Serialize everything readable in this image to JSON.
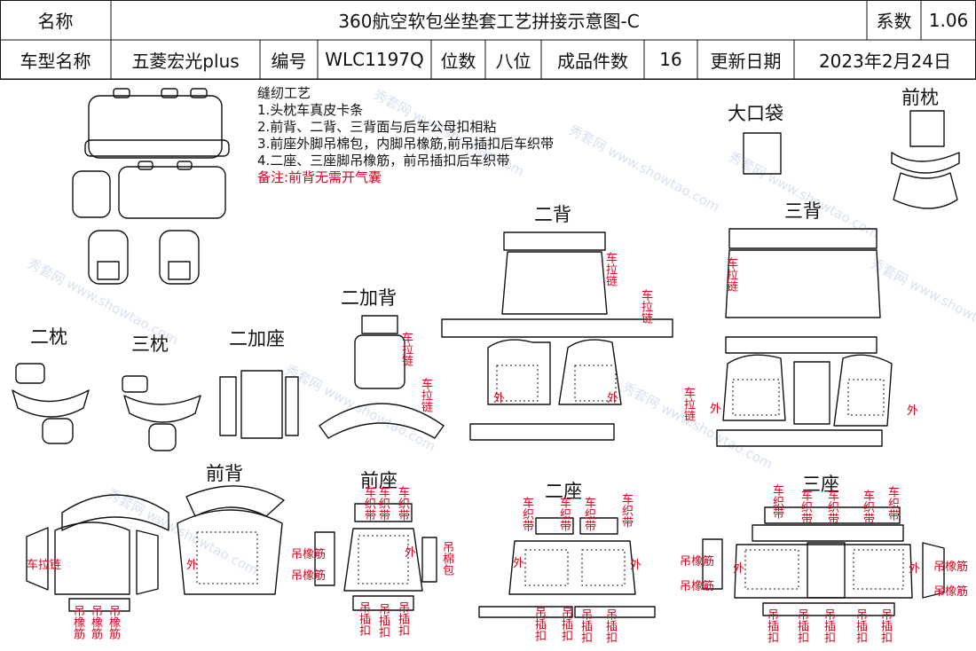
{
  "header": {
    "name_label": "名称",
    "title": "360航空软包坐垫套工艺拼接示意图-C",
    "coef_label": "系数",
    "coef_value": "1.06",
    "model_label": "车型名称",
    "model_value": "五菱宏光plus",
    "code_label": "编号",
    "code_value": "WLC1197Q",
    "seats_label": "位数",
    "seats_value": "八位",
    "pieces_label": "成品件数",
    "pieces_value": "16",
    "date_label": "更新日期",
    "date_value": "2023年2月24日"
  },
  "notes": {
    "title": "缝纫工艺",
    "items": [
      "1.头枕车真皮卡条",
      "2.前背、二背、三背面与后车公母扣相粘",
      "3.前座外脚吊棉包，内脚吊橡筋,前吊插扣后车织带",
      "4.二座、三座脚吊橡筋，前吊插扣后车织带"
    ],
    "remark": "备注:前背无需开气囊"
  },
  "labels": {
    "big_pocket": "大口袋",
    "front_pillow": "前枕",
    "second_back": "二背",
    "third_back": "三背",
    "second_extra_back": "二加背",
    "second_pillow": "二枕",
    "third_pillow": "三枕",
    "second_extra_seat": "二加座",
    "front_back": "前背",
    "front_seat": "前座",
    "second_seat": "二座",
    "third_seat": "三座"
  },
  "annotations": {
    "zipper": "车拉链",
    "zipper_h": "车拉链",
    "outer": "外",
    "webbing": "车织带",
    "elastic": "吊橡筋",
    "cotton": "吊棉包",
    "clip": "吊插扣",
    "watermark": "秀套网 www.showtao.com"
  },
  "colors": {
    "red": "#e0001a",
    "line": "#111111",
    "watermark": "#b9c8e6"
  }
}
